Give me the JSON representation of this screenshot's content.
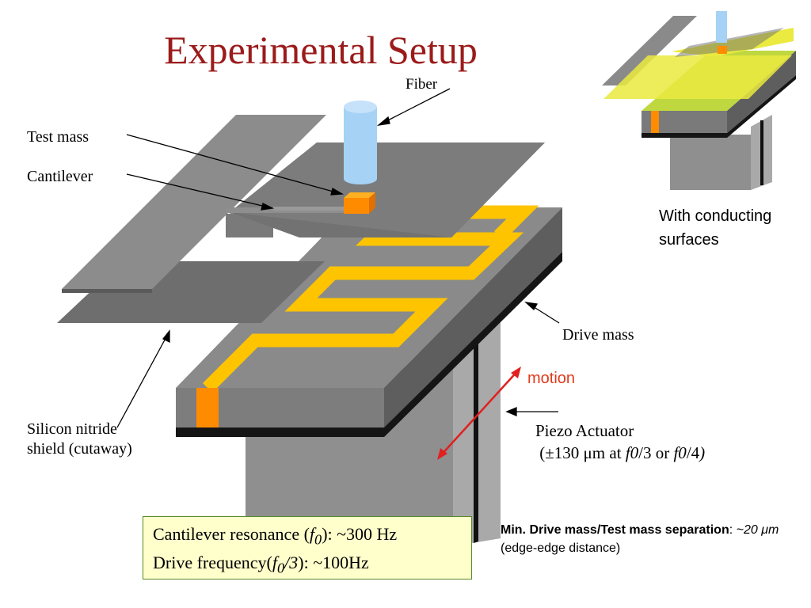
{
  "title": "Experimental Setup",
  "labels": {
    "fiber": "Fiber",
    "test_mass": "Test mass",
    "cantilever": "Cantilever",
    "drive_mass": "Drive mass",
    "motion": "motion",
    "shield_line1": "Silicon nitride",
    "shield_line2": "shield (cutaway)",
    "piezo_line1": "Piezo Actuator",
    "piezo_line2_a": "(±130 ",
    "piezo_line2_mu": "μ",
    "piezo_line2_b": "m at ",
    "piezo_f0a": "f0",
    "piezo_div3": "/3 or ",
    "piezo_f0b": "f0",
    "piezo_div4": "/4",
    "piezo_close": ")",
    "conduct_line1": "With conducting",
    "conduct_line2": "surfaces"
  },
  "info_box": {
    "line1_a": "Cantilever resonance (",
    "line1_f": "f",
    "line1_sub": "0",
    "line1_b": "): ~300 Hz",
    "line2_a": "Drive frequency(",
    "line2_f": "f",
    "line2_sub": "0",
    "line2_div": "/3",
    "line2_b": "): ~100Hz"
  },
  "note": {
    "bold": "Min. Drive mass/Test mass separation",
    "colon": ":  ",
    "value": "~20 μm",
    "rest": " (edge-edge distance)"
  },
  "colors": {
    "title": "#9b1b1b",
    "gray_top": "#8c8c8c",
    "gray_mid": "#7a7a7a",
    "gray_dark": "#5c5c5c",
    "gold": "#ffc400",
    "orange": "#ff8c00",
    "fiber": "#a6d2f5",
    "motion": "#e02020",
    "yellow_plate": "#f0f03c"
  }
}
